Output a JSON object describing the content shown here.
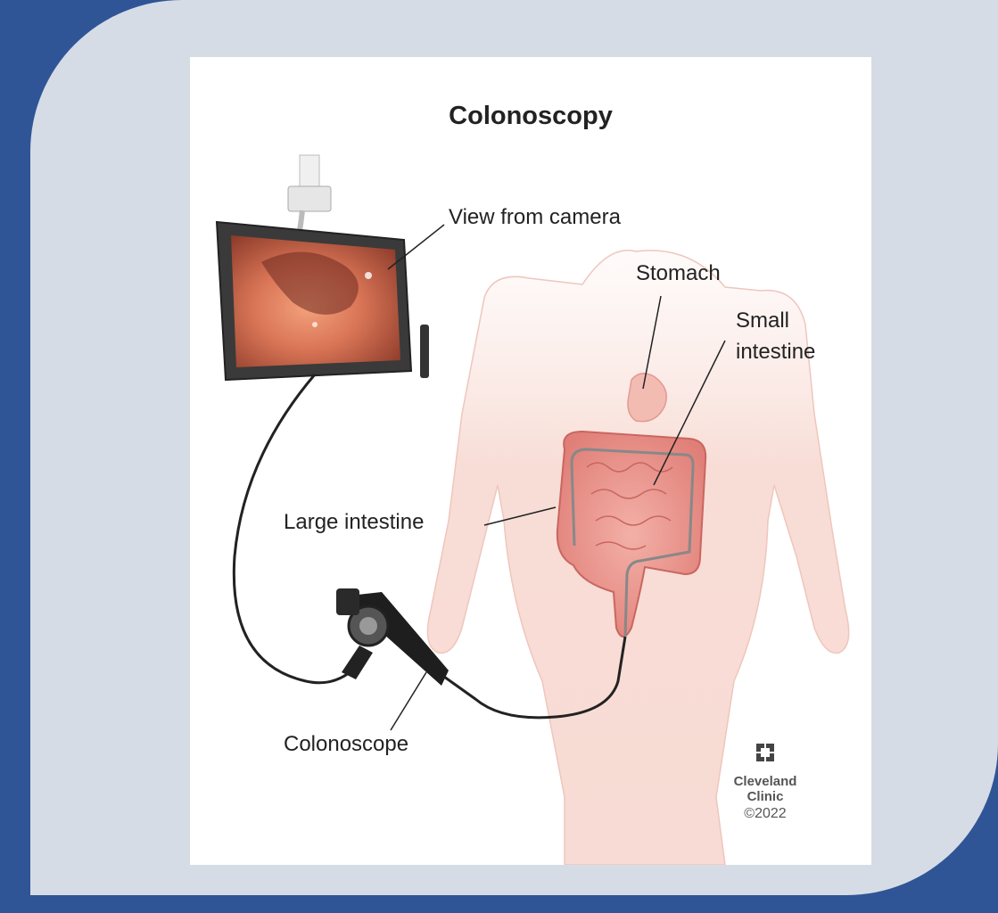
{
  "diagram": {
    "title": "Colonoscopy",
    "labels": {
      "view_from_camera": "View from camera",
      "stomach": "Stomach",
      "small_intestine_line1": "Small",
      "small_intestine_line2": "intestine",
      "large_intestine": "Large intestine",
      "colonoscope": "Colonoscope"
    },
    "logo": {
      "line1": "Cleveland",
      "line2": "Clinic",
      "copyright": "©2022"
    }
  },
  "colors": {
    "border": "#2f5597",
    "frame": "#d6dce5",
    "body_skin": "#f6d7d0",
    "intestine": "#e88a84",
    "scope": "#222222"
  }
}
